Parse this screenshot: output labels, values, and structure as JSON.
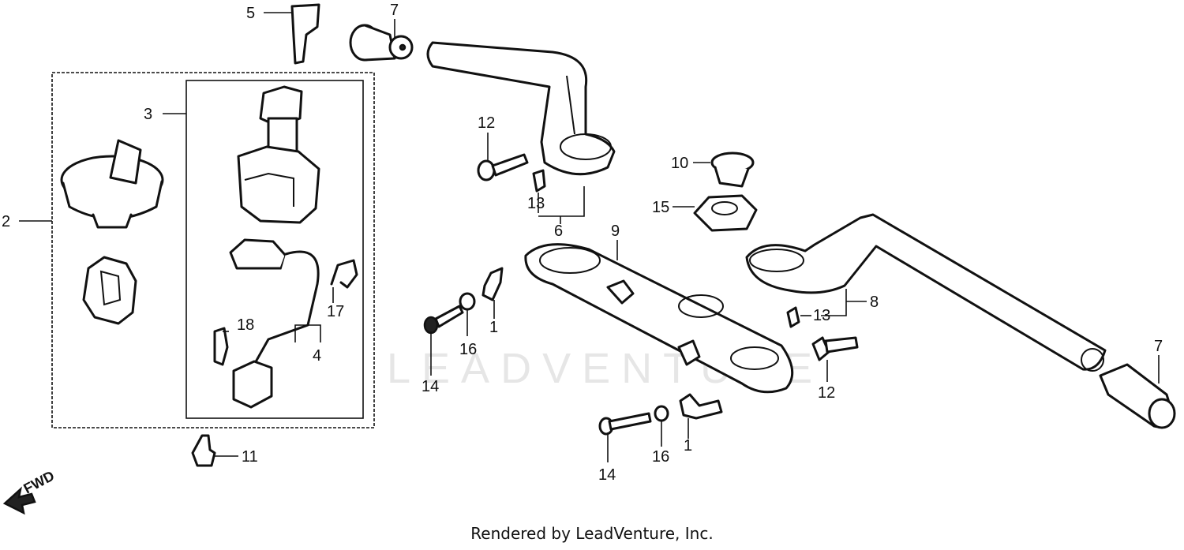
{
  "watermark": "LEADVENTURE",
  "footer": "Rendered by LeadVenture, Inc.",
  "fwd_label": "FWD",
  "callouts": [
    "1",
    "1",
    "2",
    "3",
    "4",
    "5",
    "6",
    "7",
    "7",
    "8",
    "9",
    "10",
    "11",
    "12",
    "12",
    "13",
    "13",
    "14",
    "14",
    "15",
    "16",
    "16",
    "17",
    "18"
  ]
}
